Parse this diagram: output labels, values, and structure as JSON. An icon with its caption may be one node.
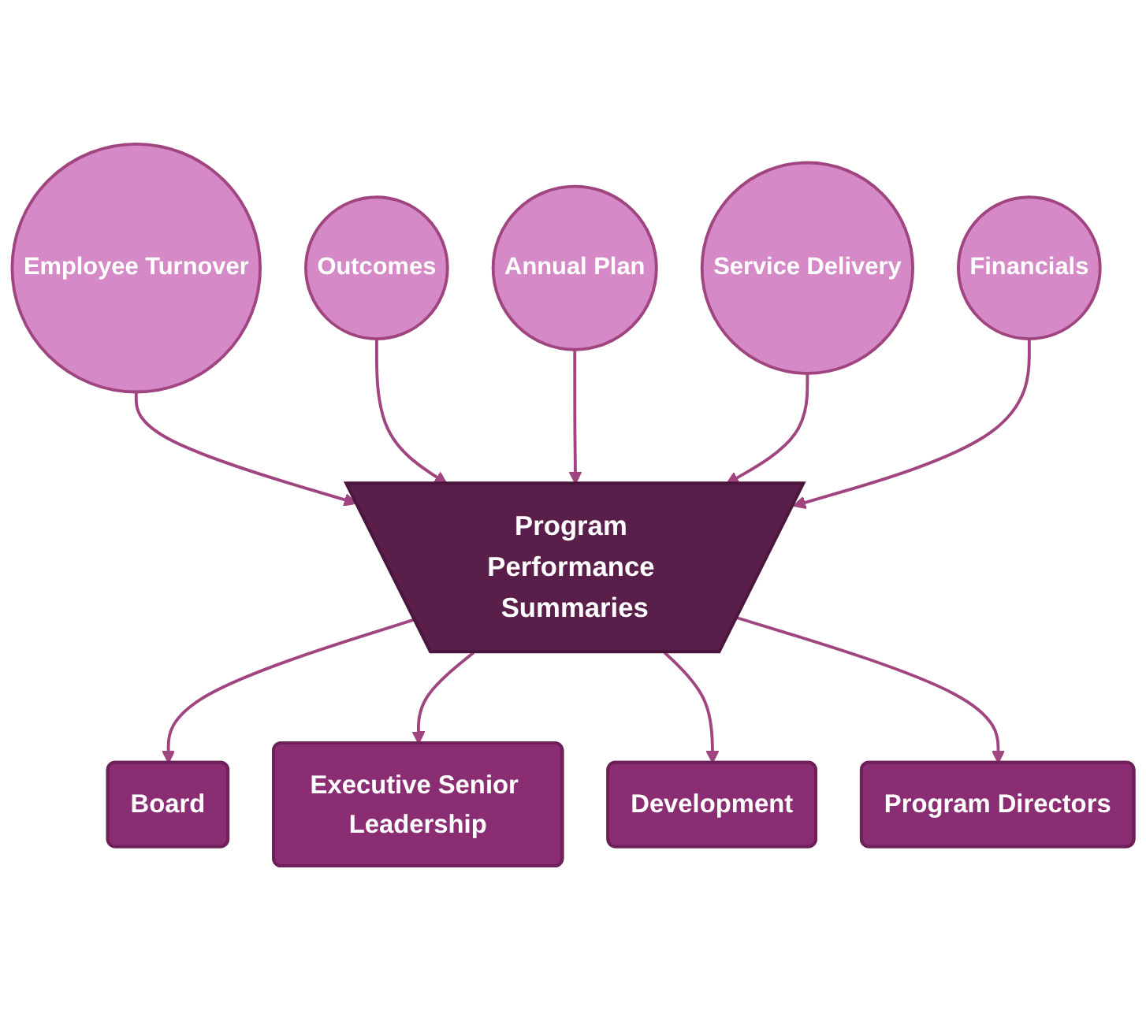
{
  "diagram": {
    "nodes": [
      {
        "text": [
          "Annual Plan"
        ]
      },
      {
        "text": [
          "Outcomes"
        ]
      },
      {
        "text": [
          "Service Delivery"
        ]
      },
      {
        "text": [
          "Employee Turnover"
        ]
      },
      {
        "text": [
          "Program Performance Summaries"
        ]
      },
      {
        "text": [
          "Financials"
        ]
      },
      {
        "text": [
          "Board"
        ]
      },
      {
        "text": [
          "Program Directors"
        ]
      },
      {
        "text": [
          "Executive Senior Leadership"
        ]
      },
      {
        "text": [
          "Development"
        ]
      }
    ],
    "edges": [
      {
        "from": 3,
        "to": 4,
        "arrow": "to"
      },
      {
        "from": 1,
        "to": 4,
        "arrow": "to"
      },
      {
        "from": 0,
        "to": 4,
        "arrow": "to"
      },
      {
        "from": 2,
        "to": 4,
        "arrow": "to"
      },
      {
        "from": 5,
        "to": 4,
        "arrow": "to"
      },
      {
        "from": 4,
        "to": 6,
        "arrow": "to"
      },
      {
        "from": 4,
        "to": 8,
        "arrow": "to"
      },
      {
        "from": 4,
        "to": 9,
        "arrow": "to"
      },
      {
        "from": 4,
        "to": 7,
        "arrow": "to"
      }
    ]
  }
}
